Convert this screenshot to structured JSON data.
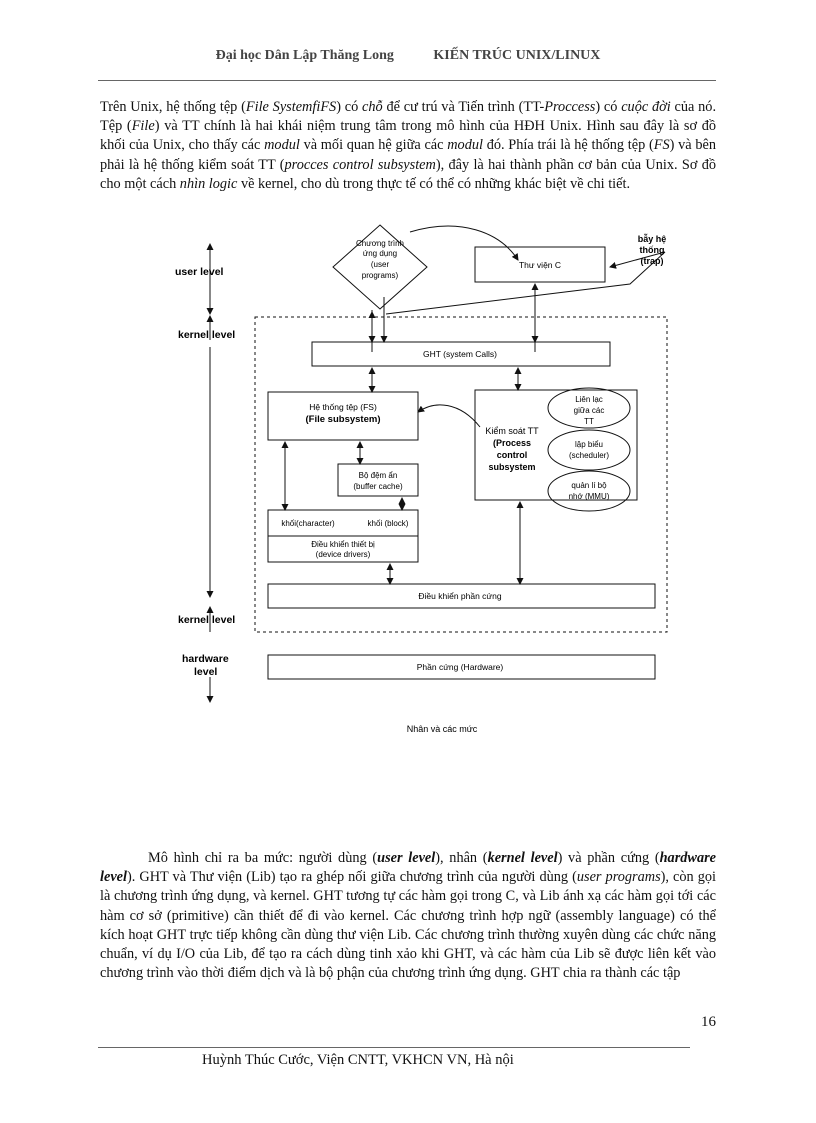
{
  "header": {
    "left": "Đại học Dân Lập Thăng Long",
    "right": "KIẾN TRÚC UNIX/LINUX"
  },
  "para1": {
    "s1": "Trên Unix, hệ thống tệp (",
    "s2": "File SystemfiFS",
    "s3": ") có ",
    "s4": "chỗ",
    "s5": " để cư trú và Tiến trình (TT-",
    "s6": "Proccess",
    "s7": ") có ",
    "s8": "cuộc đời",
    "s9": " của nó. Tệp (",
    "s10": "File",
    "s11": ") và TT chính là hai khái niệm trung tâm trong mô hình của HĐH Unix. Hình sau đây là sơ đồ khối của Unix, cho thấy các ",
    "s12": "modul",
    "s13": " và mối quan hệ giữa các ",
    "s14": "modul",
    "s15": " đó. Phía trái là hệ thống tệp (",
    "s16": "FS",
    "s17": ") và bên phải là hệ thống kiểm soát TT (",
    "s18": "procces control subsystem",
    "s19": "), đây là hai thành phần cơ bản của Unix. Sơ đồ cho một cách ",
    "s20": "nhìn logic",
    "s21": " về kernel, cho dù trong thực tế có thể có những khác biệt về chi tiết."
  },
  "diagram": {
    "user_level": "user level",
    "kernel_level": "kernel level",
    "kernel_level_bottom": "kernel level",
    "hardware_level_1": "hardware",
    "hardware_level_2": "level",
    "user_programs": [
      "Chương trình",
      "ứng dụng",
      "(user",
      "programs)"
    ],
    "library": "Thư viện C",
    "trap": [
      "bẫy hệ",
      "thống",
      "(trap)"
    ],
    "syscalls": "GHT (system Calls)",
    "fs_1": "Hệ thống tệp (FS)",
    "fs_2": "(File subsystem)",
    "buffer_1": "Bộ đệm ẩn",
    "buffer_2": "(buffer cache)",
    "char": "khối(character)",
    "block": "khối (block)",
    "drivers_1": "Điều khiển thiết bị",
    "drivers_2": "(device drivers)",
    "pcs": [
      "Kiểm soát TT",
      "(Process",
      "control",
      "subsystem"
    ],
    "ipc": [
      "Liên lạc",
      "giữa các",
      "TT"
    ],
    "scheduler": [
      "lập biểu",
      "(scheduler)"
    ],
    "mmu": [
      "quản lí bộ",
      "nhớ (MMU)"
    ],
    "hwcontrol": "Điều khiển phần cứng",
    "hardware": "Phần cứng (Hardware)",
    "caption": "Nhân và các mức"
  },
  "para2": {
    "s1": "Mô hình chỉ ra ba mức: người dùng (",
    "s2": "user level",
    "s3": "), nhân (",
    "s4": "kernel level",
    "s5": ") và phần cứng (",
    "s6": "hardware level",
    "s7": "). GHT và Thư viện (Lib) tạo ra ghép nối giữa chương trình của người dùng (",
    "s8": "user programs",
    "s9": "), còn gọi là chương trình ứng dụng, và kernel. GHT tương tự các hàm gọi trong C, và Lib ánh xạ các hàm gọi tới các hàm cơ sở (primitive) cần thiết để đi vào kernel. Các chương trình hợp ngữ (assembly language) có thể kích hoạt GHT trực tiếp không cần dùng thư viện Lib. Các chương trình thường xuyên dùng các chức năng chuẩn, ví dụ I/O của Lib, để tạo ra cách dùng tinh xảo khi GHT, và các hàm của Lib sẽ được liên kết vào chương trình vào thời điểm dịch và là bộ phận của chương trình ứng dụng. GHT chia ra thành các tập"
  },
  "page_number": "16",
  "footer": "Huỳnh Thúc Cước,  Viện CNTT, VKHCN VN, Hà nội"
}
